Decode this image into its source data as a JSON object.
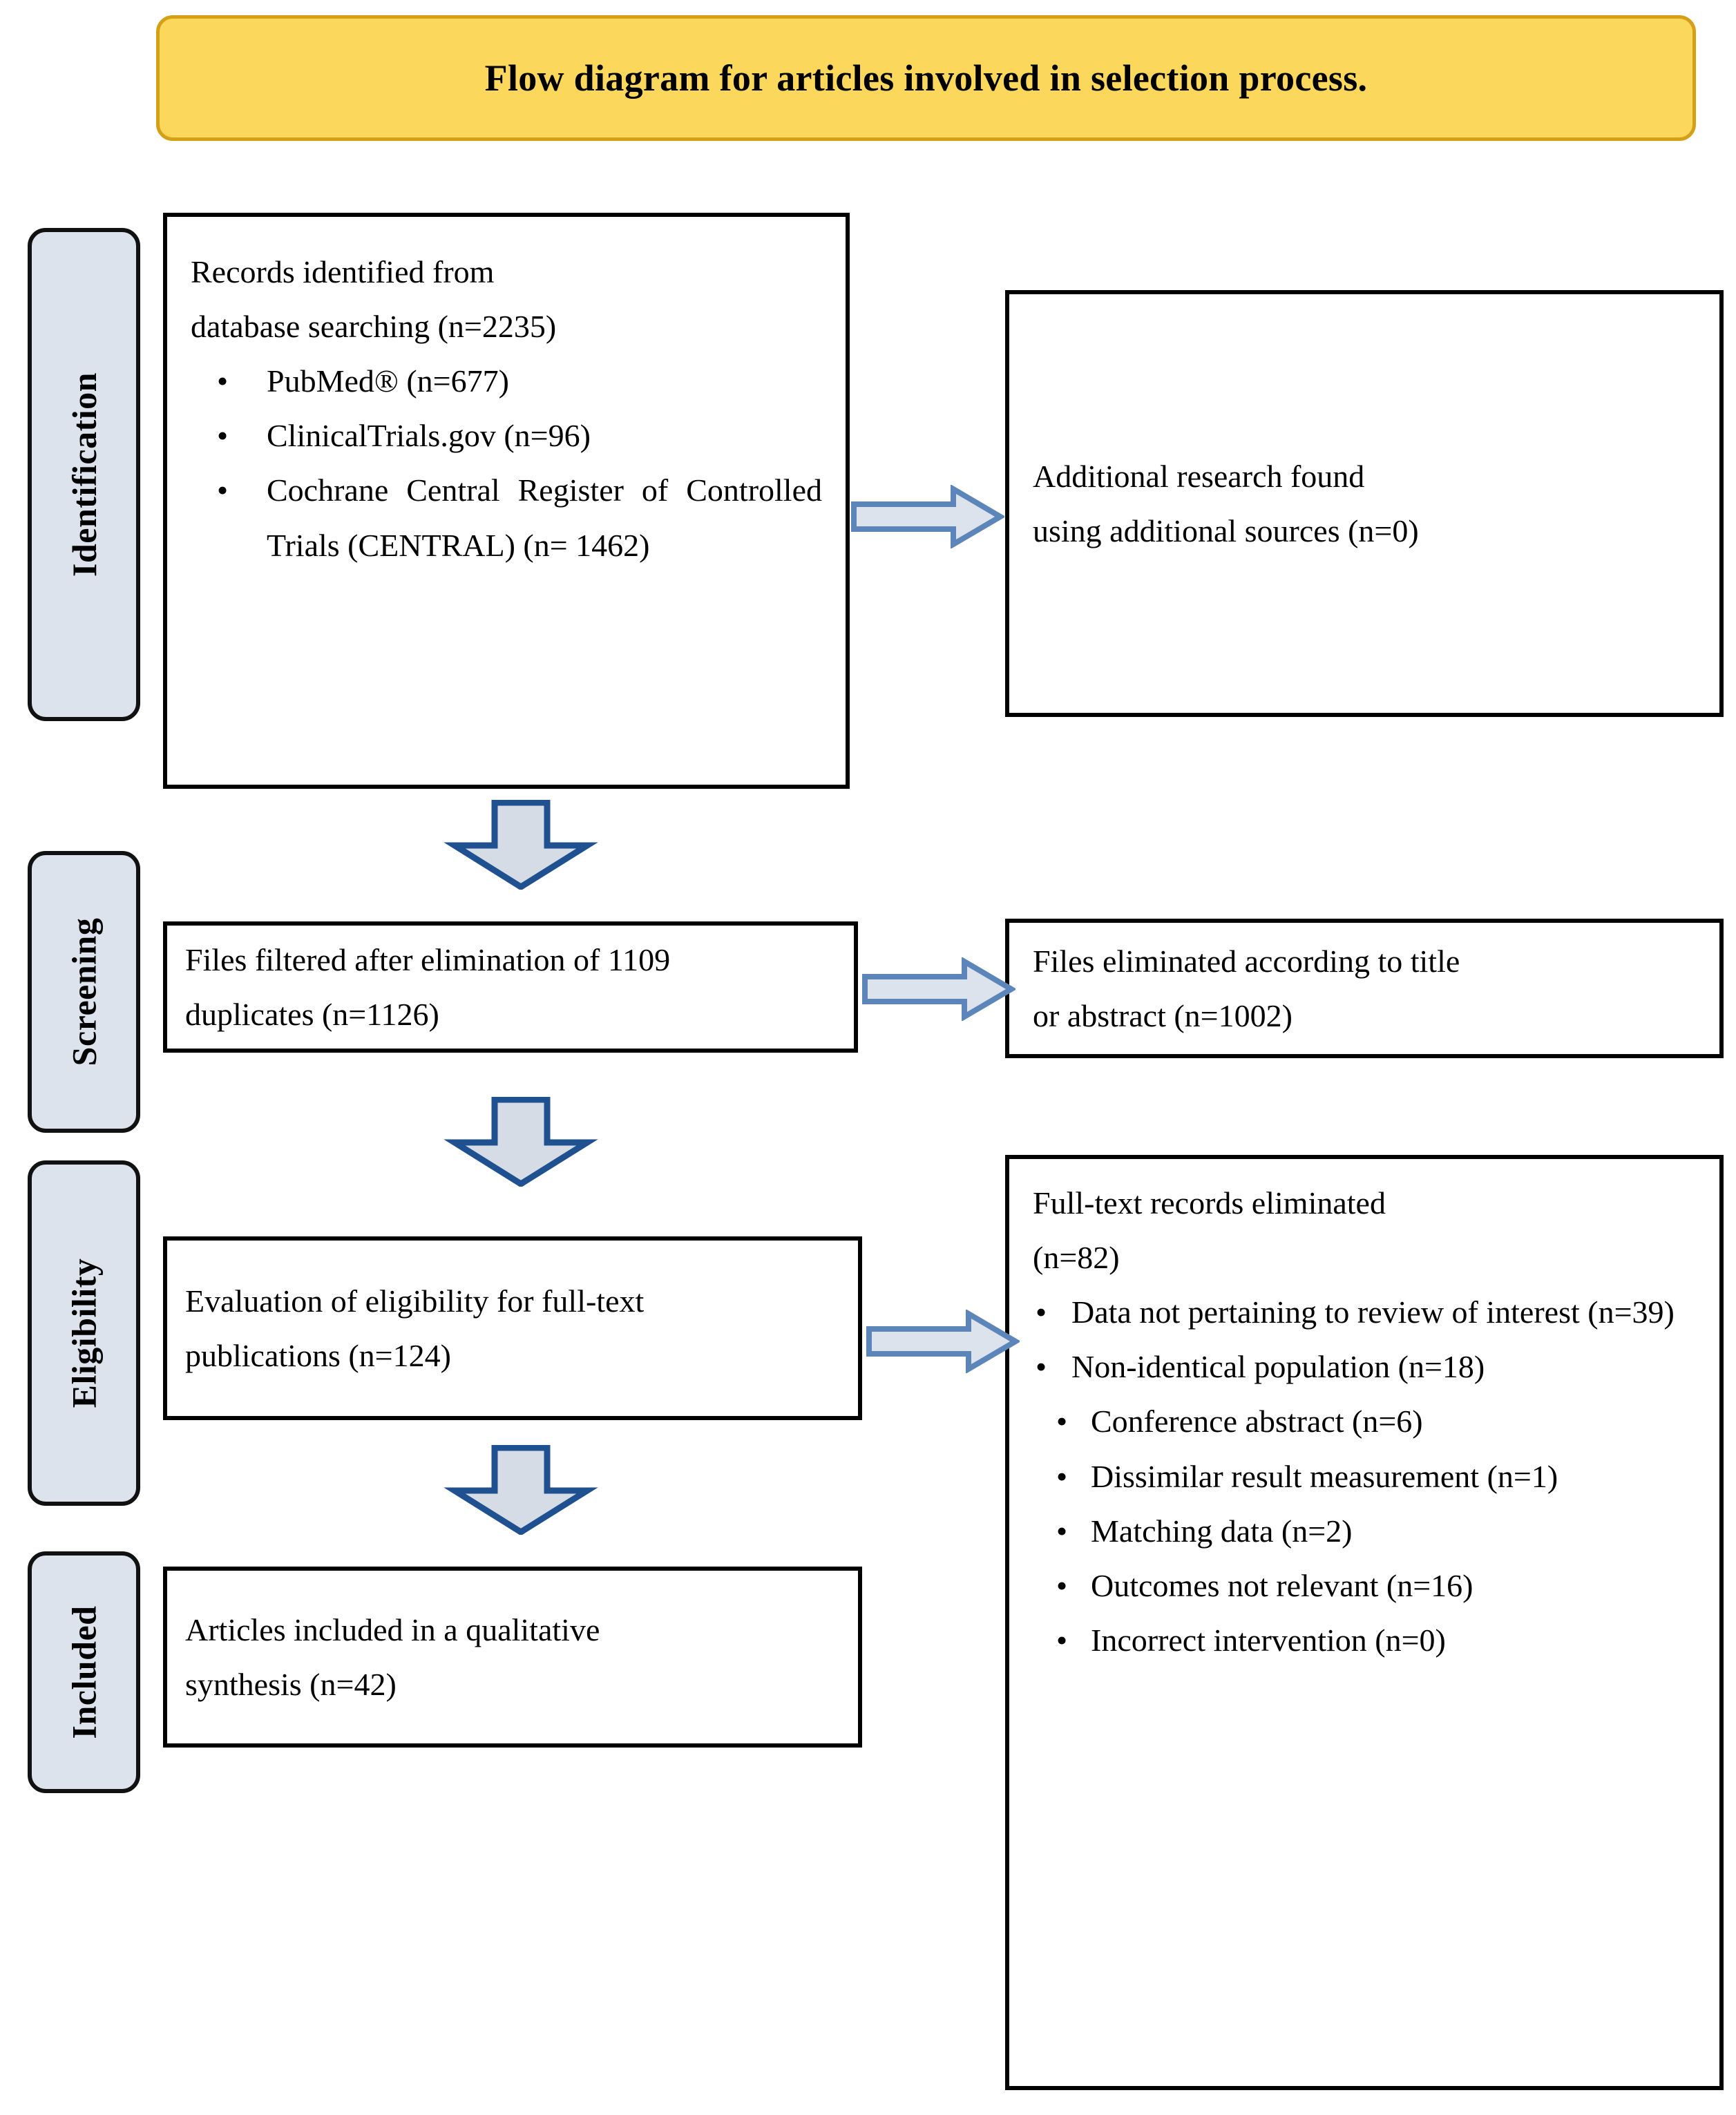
{
  "title": {
    "text": "Flow diagram for articles involved in selection process.",
    "fill_color": "#FBD75B",
    "border_color": "#D4A017"
  },
  "stages": [
    {
      "id": "identification",
      "label": "Identification"
    },
    {
      "id": "screening",
      "label": "Screening"
    },
    {
      "id": "eligibility",
      "label": "Eligibility"
    },
    {
      "id": "included",
      "label": "Included"
    }
  ],
  "stage_pill_colors": {
    "fill": "#DCE3ED",
    "border": "#111111"
  },
  "boxes": {
    "records_identified": {
      "line1": "Records identified from",
      "line2": "database searching (n=2235)",
      "bullets": [
        "PubMed® (n=677)",
        "ClinicalTrials.gov (n=96)",
        "Cochrane Central Register of Controlled Trials (CENTRAL) (n= 1462)"
      ]
    },
    "additional_research": {
      "line1": "Additional research found",
      "line2": "using additional sources (n=0)"
    },
    "files_filtered": {
      "line1": "Files filtered after elimination of 1109",
      "line2": "duplicates (n=1126)"
    },
    "files_eliminated_title_abstract": {
      "line1": "Files eliminated according to title",
      "line2": "or abstract (n=1002)"
    },
    "evaluation_eligibility": {
      "line1": "Evaluation of eligibility for full-text",
      "line2": "publications (n=124)"
    },
    "articles_included": {
      "line1": "Articles included in a qualitative",
      "line2": "synthesis (n=42)"
    },
    "fulltext_eliminated": {
      "heading_line1": "Full-text records eliminated",
      "heading_line2": "(n=82)",
      "reasons": [
        "Data not pertaining to review of interest (n=39)",
        "Non-identical population (n=18)",
        "Conference abstract (n=6)",
        "Dissimilar result measurement (n=1)",
        "Matching data (n=2)",
        "Outcomes not relevant (n=16)",
        "Incorrect intervention (n=0)"
      ]
    }
  },
  "arrows": {
    "down_fill": "#D6DCE5",
    "down_outline": "#1F5090",
    "right_fill": "#DDE3EC",
    "right_outline": "#7F9DC4",
    "right_head_outline": "#2A5D9E"
  },
  "chart_data": {
    "type": "diagram",
    "title": "Flow diagram for articles involved in selection process.",
    "stages": [
      "Identification",
      "Screening",
      "Eligibility",
      "Included"
    ],
    "nodes": [
      {
        "stage": "Identification",
        "label": "Records identified from database searching",
        "n": 2235,
        "children": [
          {
            "label": "PubMed®",
            "n": 677
          },
          {
            "label": "ClinicalTrials.gov",
            "n": 96
          },
          {
            "label": "Cochrane Central Register of Controlled Trials (CENTRAL)",
            "n": 1462
          }
        ]
      },
      {
        "stage": "Identification",
        "label": "Additional research found using additional sources",
        "n": 0
      },
      {
        "stage": "Screening",
        "label": "Files filtered after elimination of 1109 duplicates",
        "n": 1126
      },
      {
        "stage": "Screening",
        "label": "Files eliminated according to title or abstract",
        "n": 1002
      },
      {
        "stage": "Eligibility",
        "label": "Evaluation of eligibility for full-text publications",
        "n": 124
      },
      {
        "stage": "Eligibility",
        "label": "Full-text records eliminated",
        "n": 82,
        "children": [
          {
            "label": "Data not pertaining to review of interest",
            "n": 39
          },
          {
            "label": "Non-identical population",
            "n": 18
          },
          {
            "label": "Conference abstract",
            "n": 6
          },
          {
            "label": "Dissimilar result measurement",
            "n": 1
          },
          {
            "label": "Matching data",
            "n": 2
          },
          {
            "label": "Outcomes not relevant",
            "n": 16
          },
          {
            "label": "Incorrect intervention",
            "n": 0
          }
        ]
      },
      {
        "stage": "Included",
        "label": "Articles included in a qualitative synthesis",
        "n": 42
      }
    ]
  }
}
